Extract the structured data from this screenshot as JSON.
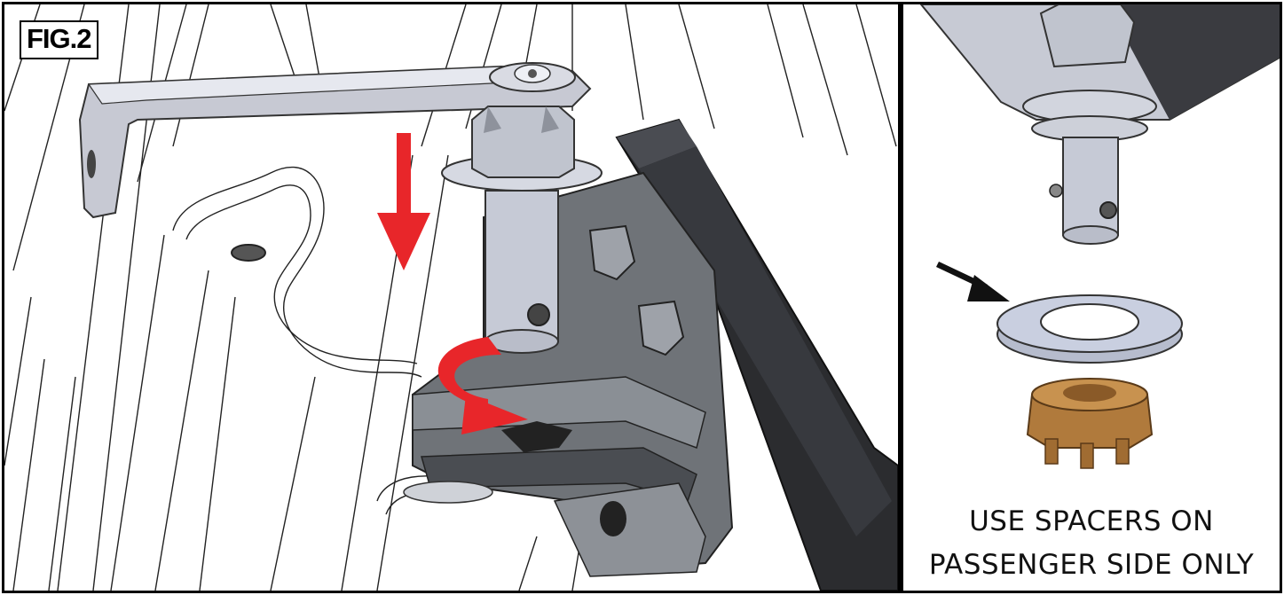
{
  "figure": {
    "label": "FIG.2"
  },
  "note": {
    "line1": "USE SPACERS ON",
    "line2": "PASSENGER SIDE ONLY"
  },
  "colors": {
    "down_arrow": "#e8262a",
    "rotate_arrow": "#e8262a",
    "pointer_arrow": "#111111",
    "spacer_ring": "#c9cfe0",
    "bushing": "#b07a3c",
    "bracket": "#6f7378",
    "beam": "#2b2c2f",
    "pin": "#c6cad6"
  },
  "icons": {
    "down": "down-arrow-icon",
    "rotate": "rotate-arrow-icon",
    "pointer": "pointer-arrow-icon"
  }
}
